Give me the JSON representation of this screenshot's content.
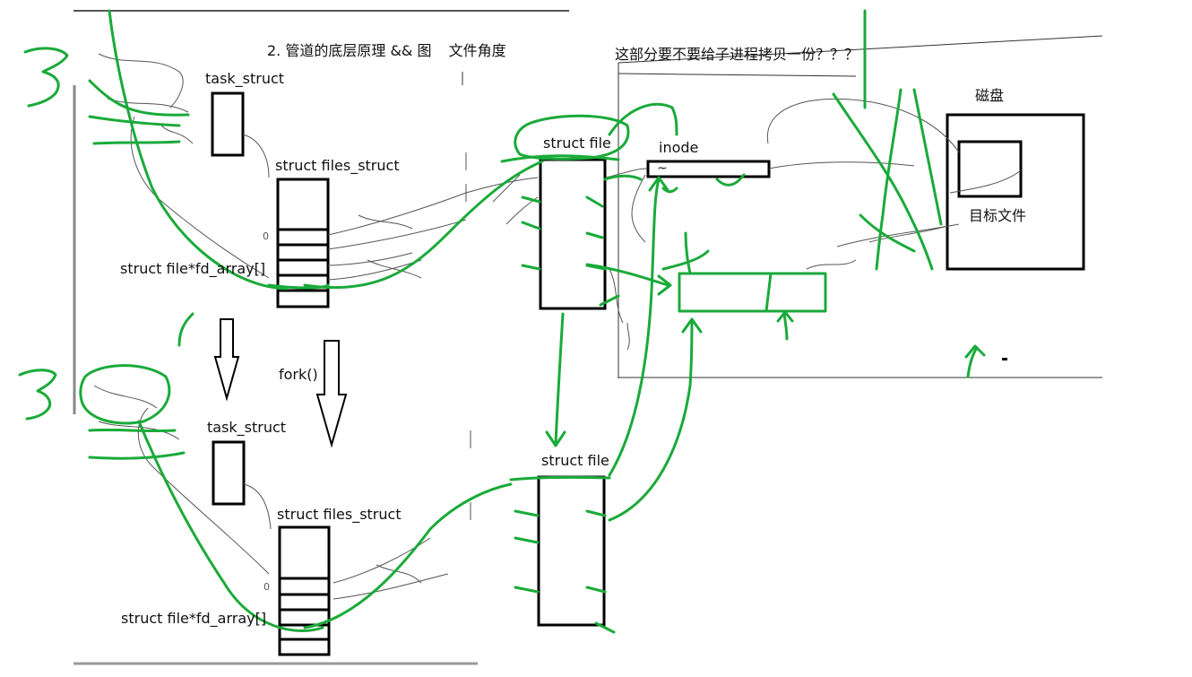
{
  "labels": {
    "heading": "2. 管道的底层原理 && 图",
    "heading_suffix": "文件角度",
    "question": "这部分要不要给子进程拷贝一份？？？",
    "disk": "磁盘",
    "target_file": "目标文件",
    "inode": "inode",
    "inode_mark": "~",
    "fork": "fork()",
    "dash_mark": "-"
  },
  "parent": {
    "number": "3",
    "task_struct": "task_struct",
    "files_struct": "struct files_struct",
    "fd_array": "struct file*fd_array[]",
    "fd_zero": "0",
    "struct_file": "struct file"
  },
  "child": {
    "number": "3",
    "task_struct": "task_struct",
    "files_struct": "struct files_struct",
    "fd_array": "struct file*fd_array[]",
    "fd_zero": "0",
    "struct_file": "struct file"
  },
  "colors": {
    "ink": "#000000",
    "annotation": "#1aaa3a",
    "pencil": "#555555",
    "frame_gray": "#9a9a9a"
  }
}
